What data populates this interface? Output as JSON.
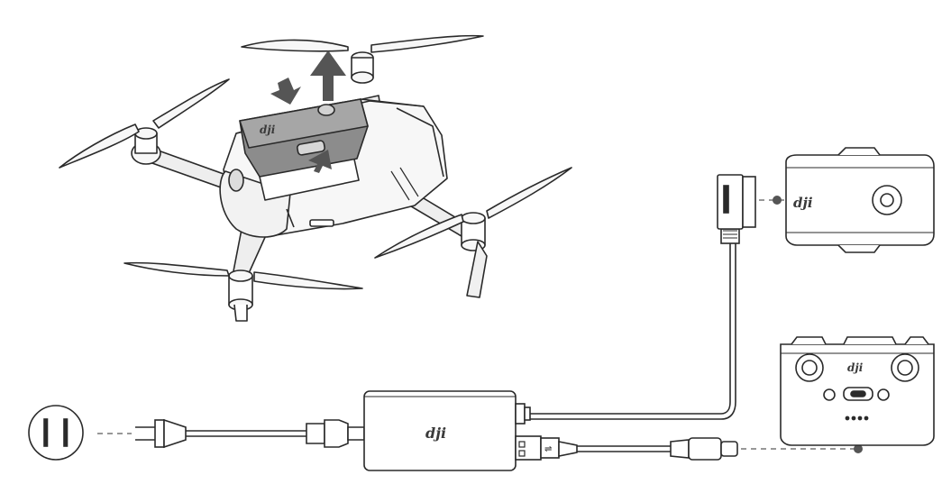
{
  "diagram": {
    "type": "charging illustration",
    "brand_logo": "dji",
    "colors": {
      "line": "#2a2a2a",
      "battery": "#8c8c8c",
      "arrow": "#555555",
      "body": "#f7f7f7",
      "dashed_connector": "#777777"
    },
    "icons": [
      "drone-illustration",
      "battery-icon",
      "up-arrow-icon",
      "down-arrow-icon",
      "power-outlet-icon",
      "ac-plug-icon",
      "charger-icon",
      "usb-plug-icon",
      "usb-c-plug-icon",
      "battery-port-connector-icon",
      "remote-controller-icon"
    ]
  }
}
